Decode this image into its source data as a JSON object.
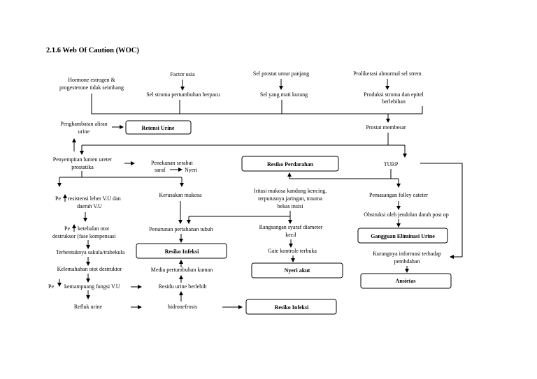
{
  "heading": "2.1.6 Web Of Caution (WOC)",
  "top": {
    "hormone": [
      "Hormone estrogen &",
      "progesterone tidak seimbang"
    ],
    "factor_usia": "Factor usia",
    "sel_stroma": "Sel stroma pertumbuhan berpacu",
    "sel_prostat_umur": "Sel prostat umur panjang",
    "sel_mati": "Sel yang mati kurang",
    "prolikerasi": "Prolikerasi abnormal sel strem",
    "produksi": [
      "Produksi stroma dan epitel",
      "berlebihan"
    ]
  },
  "mid": {
    "penghambatan": [
      "Penghambatan aliran",
      "urine"
    ],
    "retensi_urine": "Retensi Urine",
    "prostat_membesar": "Prostat membesar",
    "penyempitan": [
      "Penyempitan lumen ureter",
      "prostatika"
    ],
    "penekanan": "Penekanan serabut",
    "saraf": "saraf",
    "nyeri": "Nyeri",
    "resiko_perdarahan": "Resiko Perdarahan",
    "turp": "TURP"
  },
  "left_col": {
    "pe_resistensi": [
      "Pe",
      "resistensi leher V.U dan",
      "daerah V.U"
    ],
    "pe_ketebalan": [
      "Pe",
      "ketebalan otot",
      "destruksor (fase kompensasi"
    ],
    "terbentuknya": "Terbentuknya sakula/trabekula",
    "kelemahahan": "Kelemahahan otot destruktor",
    "pe_kemampuang": [
      "Pe",
      "kemampuang fungsi V.U"
    ],
    "refluk": "Refluk urine"
  },
  "center_col": {
    "kerusakan": "Kerusakan mukosa",
    "penurunan": "Penurunan pertahanan tubuh",
    "resiko_infeksi": "Resiko Infeksi",
    "media": "Media pertumbuhan kuman",
    "residu": "Residu urine berlebih",
    "hidronefrosis": "hidronefrosis",
    "resiko_infeksi_2": "Resiko Infeksi"
  },
  "right_mid": {
    "iritasi": [
      "Iritasi mukosa kandung kencing,",
      "terputusnya jaringan, trauma",
      "bekas insisi"
    ],
    "rangsangan": [
      "Rangsangan syaraf diameter",
      "kecil"
    ],
    "gate": "Gate kontrole terbuka",
    "nyeri_akut": "Nyeri akut"
  },
  "right_col": {
    "pemasangan": "Pemasangan folley cateter",
    "obstruksi": "Obstruksi oleh jendolan darah post op",
    "gangguan": "Gangguan Eliminasi Urine",
    "kurangnya": [
      "Kurangnya informasi terhadap",
      "pembdahan"
    ],
    "ansietas": "Ansietas"
  }
}
